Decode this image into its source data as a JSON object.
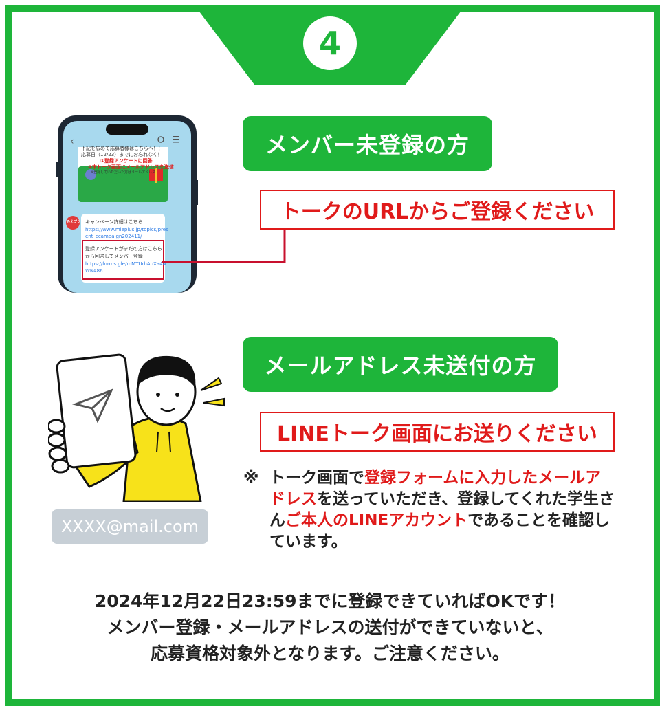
{
  "step_number": "4",
  "member_section": {
    "title": "メンバー未登録の方",
    "instruction": "トークのURLからご登録ください"
  },
  "phone_chat": {
    "top_line_1": "下記を広めて応募者様はこちらへ！！",
    "top_line_2": "応募日（12/23）までにお忘れなく！",
    "step_1": "①登録アンケートに回答",
    "step_2": "②本トーク画面にメールアドレスを送信",
    "step_note": "※登録していただいた方はメールアドレス",
    "avatar_label": "みえプラ",
    "campaign_label": "キャンペーン詳細はこちら",
    "campaign_url_1": "https://www.mieplus.jp/topics/pres",
    "campaign_url_2": "ent_ccampaign202411/",
    "survey_label_1": "登録アンケートがまだの方はこちら",
    "survey_label_2": "から回答してメンバー登録！",
    "survey_url_1": "https://forms.gle/mMTUrhAuXa4N",
    "survey_url_2": "WN486"
  },
  "email_section": {
    "title": "メールアドレス未送付の方",
    "instruction": "LINEトーク画面にお送りください",
    "email_example": "XXXX@mail.com"
  },
  "note": {
    "mark": "※",
    "part1": "トーク画面で",
    "part2_red": "登録フォームに入力したメールアドレス",
    "part3": "を送っていただき、登録してくれた学生さん",
    "part4_red": "ご本人のLINEアカウント",
    "part5": "であることを確認しています。"
  },
  "footer": {
    "line1": "2024年12月22日23:59までに登録できていればOKです！",
    "line2": "メンバー登録・メールアドレスの送付ができていないと、",
    "line3": "応募資格対象外となります。ご注意ください。"
  },
  "colors": {
    "brand_green": "#1eb53a",
    "alert_red": "#e01a1a",
    "email_gray": "#c7cfd6",
    "hoodie_yellow": "#f7e21a"
  }
}
